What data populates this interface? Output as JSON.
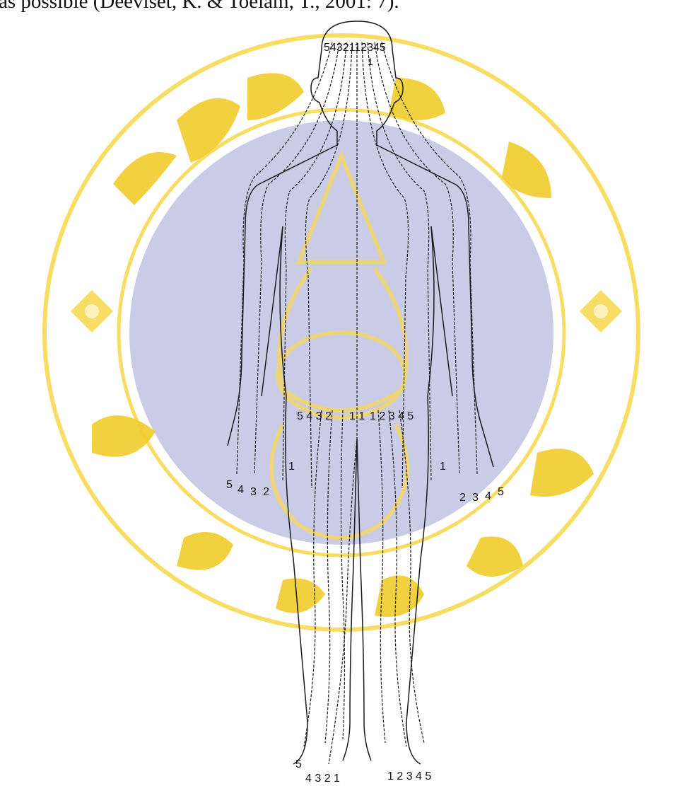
{
  "caption_text": "as possible (Deeviset, K. & Toelam, T., 2001: 7).",
  "watermark": {
    "colors": {
      "ring": "#f7dd63",
      "ring_text": "#f1cc2c",
      "disc": "#c9cbe7"
    },
    "icon": "university-seal"
  },
  "figure": {
    "icon": "zone-therapy-body-chart",
    "line_color": "#1a1a1a",
    "labels": {
      "head_top": "5432112345",
      "head_sub": "1",
      "pelvis_right": "5 4 3 2",
      "pelvis_center_left": "1 1",
      "pelvis_center_right": "1 2 3 4 5",
      "hand_right_fingers": [
        "5",
        "4",
        "3",
        "2",
        "1"
      ],
      "hand_left_thumb": "1",
      "hand_left_fingers": [
        "2",
        "3",
        "4",
        "5"
      ],
      "foot_right_top": "5",
      "foot_right_bottom": "4 3 2 1",
      "foot_left": "1 2 3 4 5"
    }
  }
}
